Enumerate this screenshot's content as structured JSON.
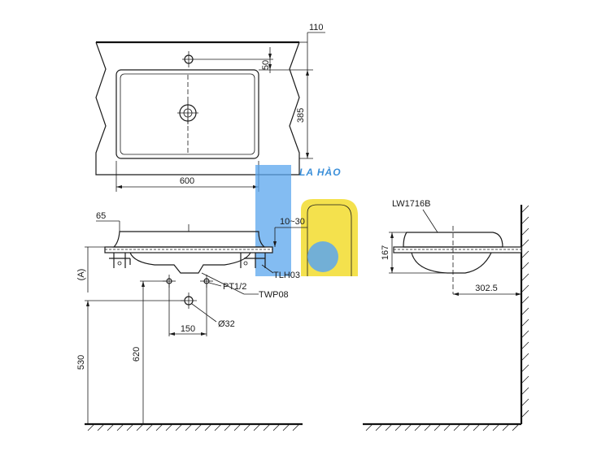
{
  "top_view": {
    "width_label": "600",
    "depth_label": "385",
    "offset_label": "50",
    "ledge_label": "110"
  },
  "front_view": {
    "edge_label": "65",
    "counter_label": "10~30",
    "bracket_label": "TLH03",
    "trap_label": "TWP08",
    "supply_label": "PT1/2",
    "spacing_label": "150",
    "drain_label": "Ø32",
    "supply_height_label": "620",
    "drain_height_label": "530",
    "rim_label": "(A)"
  },
  "side_view": {
    "model_label": "LW1716B",
    "height_label": "167",
    "projection_label": "302.5"
  },
  "watermark": {
    "text": "LA HÀO",
    "colors": {
      "blue": "#5aa6ee",
      "yellow": "#f2dc2e"
    }
  }
}
